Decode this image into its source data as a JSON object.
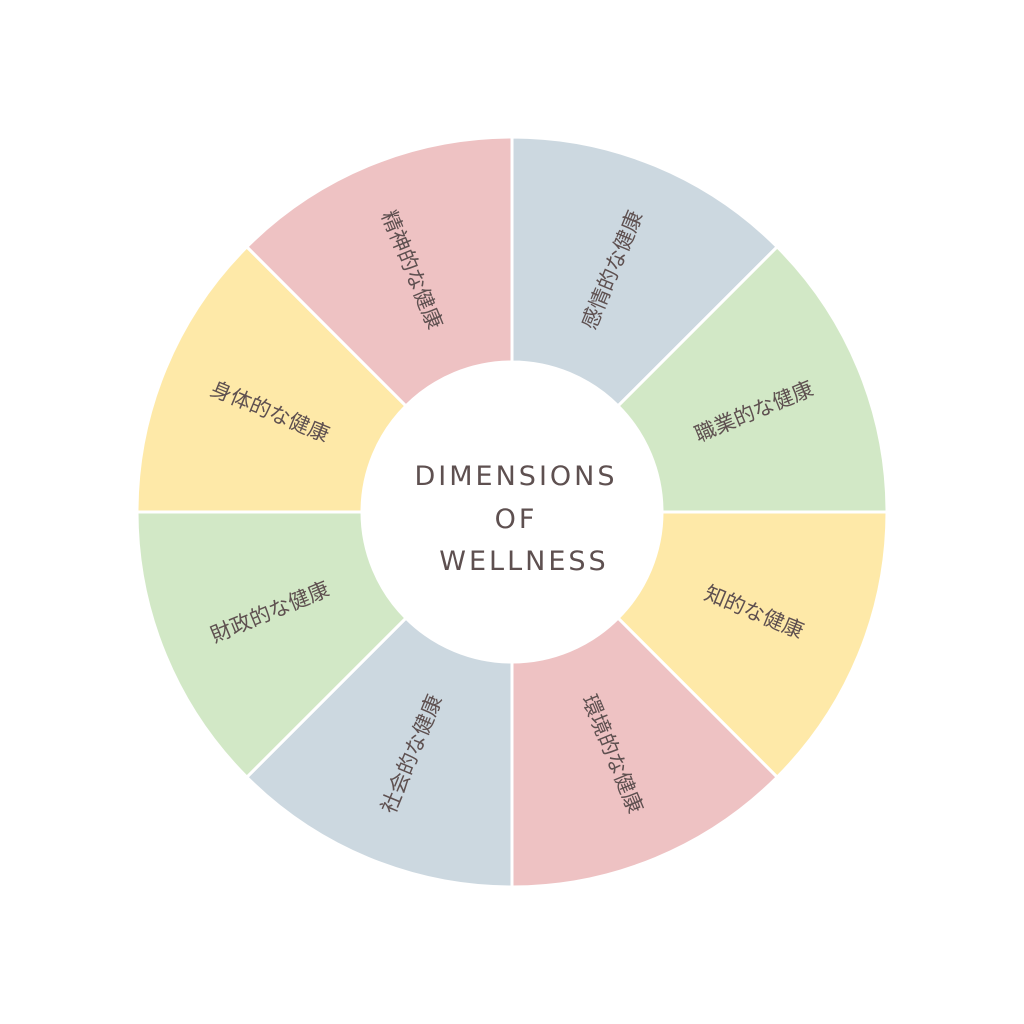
{
  "title_lines": [
    "DIMENSIONS",
    "OF",
    "WELLNESS"
  ],
  "segments": [
    {
      "label": "感情的な健康",
      "color": "#ccd8e0"
    },
    {
      "label": "職業的な健康",
      "color": "#d2e8c6"
    },
    {
      "label": "知的な健康",
      "color": "#fee9a8"
    },
    {
      "label": "環境的な健康",
      "color": "#eec2c3"
    },
    {
      "label": "社会的な健康",
      "color": "#ccd8e0"
    },
    {
      "label": "財政的な健康",
      "color": "#d2e8c6"
    },
    {
      "label": "身体的な健康",
      "color": "#fee9a8"
    },
    {
      "label": "精神的な健康",
      "color": "#eec2c3"
    }
  ]
}
